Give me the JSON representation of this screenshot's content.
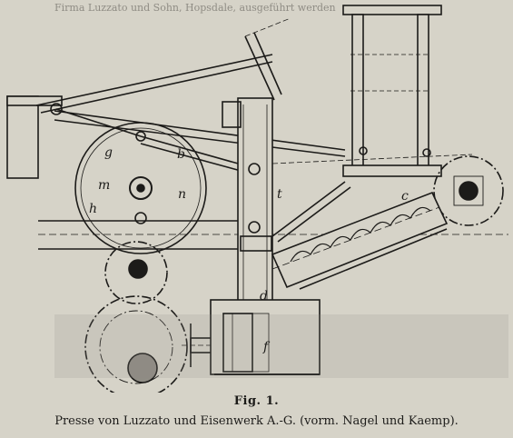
{
  "header": {
    "bleed_text": "Firma Luzzato und Sohn, Hopsdale, ausgeführt werden"
  },
  "figure": {
    "labels": {
      "g": "g",
      "b": "b",
      "m": "m",
      "n": "n",
      "h": "h",
      "t": "t",
      "d": "d",
      "f": "f",
      "c": "c"
    }
  },
  "caption": {
    "figure_number": "Fig. 1.",
    "text": "Presse von Luzzato und Eisenwerk A.-G. (vorm. Nagel und Kaemp)."
  }
}
